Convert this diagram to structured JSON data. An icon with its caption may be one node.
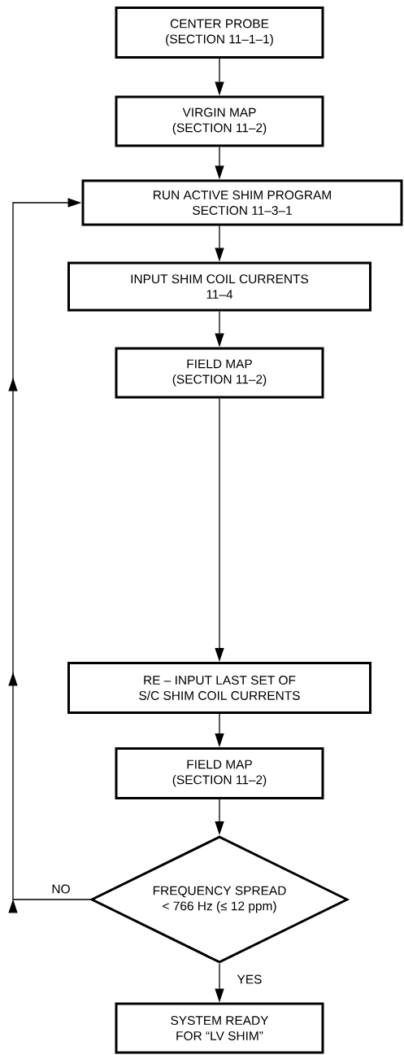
{
  "diagram": {
    "nodes": [
      {
        "text": [
          "CENTER PROBE",
          "(SECTION 11–1–1)"
        ]
      },
      {
        "text": [
          "VIRGIN MAP",
          "(SECTION 11–2)"
        ]
      },
      {
        "text": [
          "RUN ACTIVE SHIM PROGRAM",
          "SECTION 11–3–1"
        ]
      },
      {
        "text": [
          "INPUT SHIM COIL CURRENTS",
          "11–4"
        ]
      },
      {
        "text": [
          "FIELD MAP",
          "(SECTION 11–2)"
        ]
      },
      {
        "text": [
          "RE – INPUT LAST SET OF",
          "S/C SHIM COIL CURRENTS"
        ]
      },
      {
        "text": [
          "FIELD MAP",
          "(SECTION 11–2)"
        ]
      },
      {
        "text": [
          "FREQUENCY SPREAD",
          "< 766 Hz (≤ 12 ppm)"
        ]
      },
      {
        "text": [
          "SYSTEM READY",
          "FOR “LV SHIM”"
        ]
      }
    ],
    "edges": [
      {
        "from": 0,
        "to": 1,
        "arrow": "to"
      },
      {
        "from": 1,
        "to": 2,
        "arrow": "to"
      },
      {
        "from": 2,
        "to": 3,
        "arrow": "to"
      },
      {
        "from": 3,
        "to": 4,
        "arrow": "to"
      },
      {
        "from": 4,
        "to": 5,
        "arrow": "to"
      },
      {
        "from": 5,
        "to": 6,
        "arrow": "to"
      },
      {
        "from": 6,
        "to": 7,
        "arrow": "to"
      },
      {
        "from": 7,
        "to": 8,
        "label": "YES",
        "arrow": "to"
      },
      {
        "from": 7,
        "to": 2,
        "label": "NO",
        "arrow": "to"
      }
    ]
  }
}
